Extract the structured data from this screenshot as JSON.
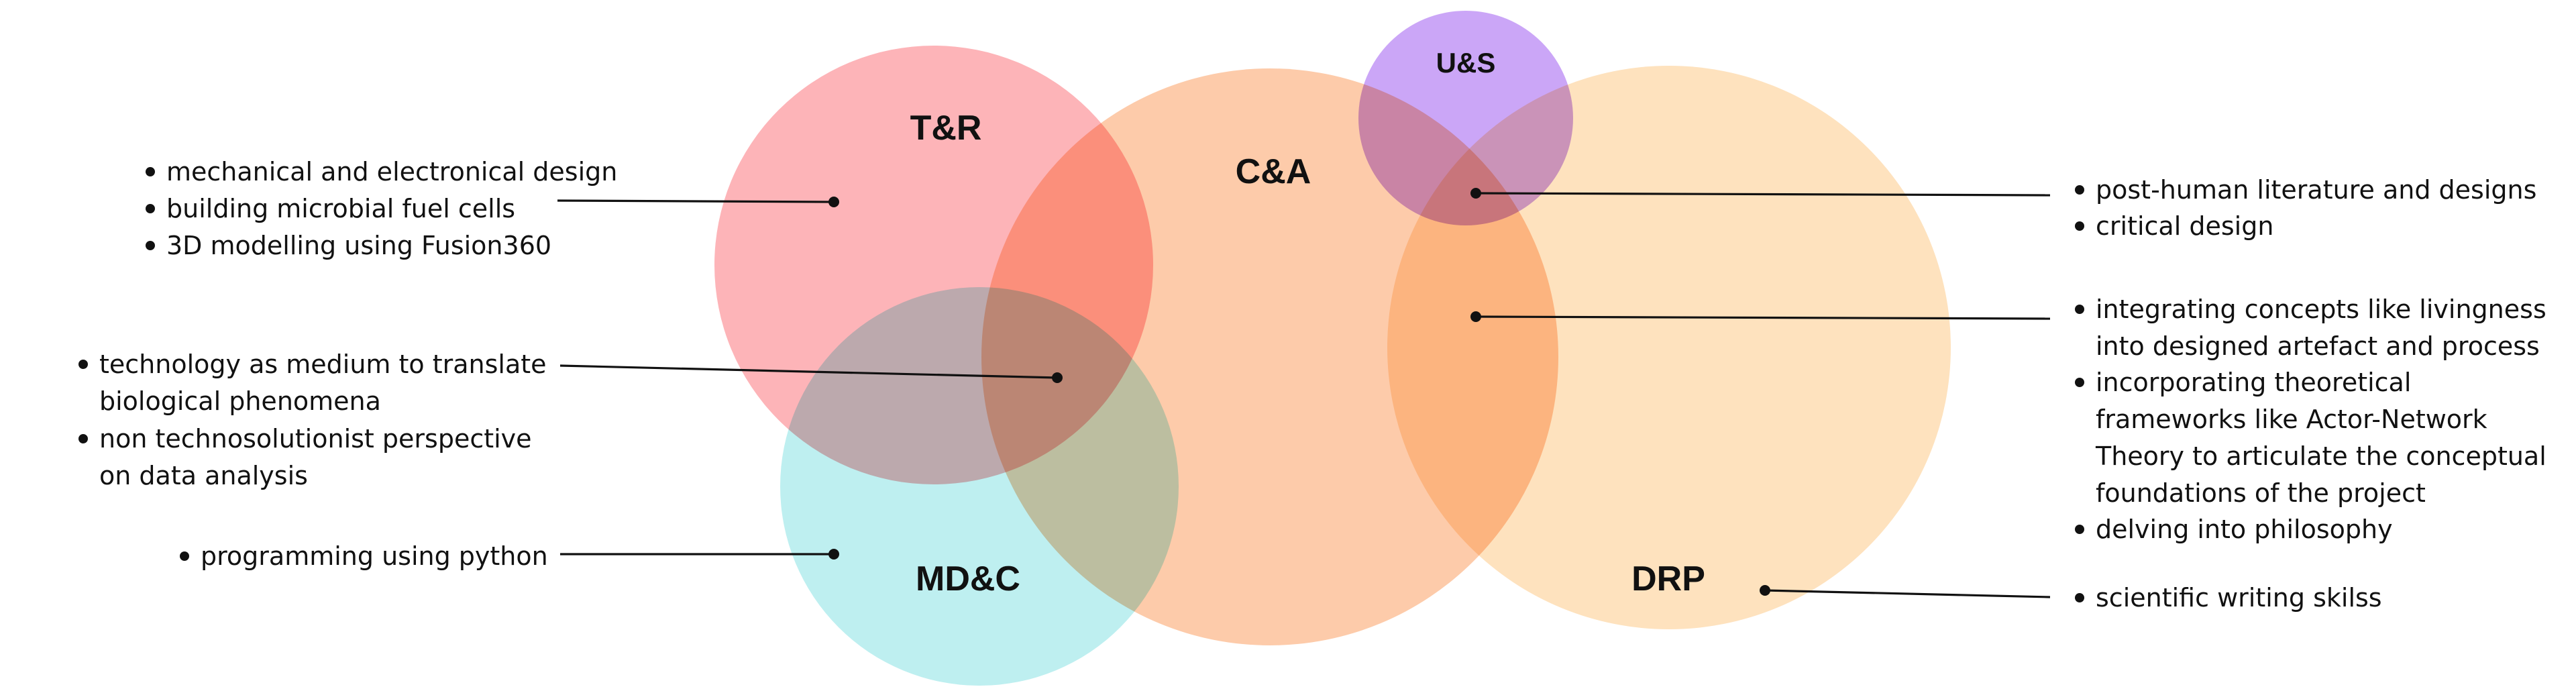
{
  "circles": {
    "tr": {
      "label": "T&R",
      "color": "#FDB4B8"
    },
    "ca": {
      "label": "C&A",
      "color": "#FDCBAA"
    },
    "us": {
      "label": "U&S",
      "color": "#CBA6F7"
    },
    "drp": {
      "label": "DRP",
      "color": "#FEE2BE"
    },
    "mdc": {
      "label": "MD&C",
      "color": "#BEEFF0"
    }
  },
  "left_groups": {
    "tr": [
      "mechanical and electronical design",
      "building microbial fuel cells",
      "3D modelling using Fusion360"
    ],
    "tech": [
      [
        "technology as medium to translate",
        "biological phenomena"
      ],
      [
        "non technosolutionist perspective",
        "on data analysis"
      ]
    ],
    "mdc": [
      "programming using python"
    ]
  },
  "right_groups": {
    "us": [
      "post-human literature and designs",
      "critical design"
    ],
    "drp": [
      [
        "integrating concepts like livingness",
        "into designed artefact and process"
      ],
      [
        "incorporating theoretical",
        "frameworks like Actor-Network",
        "Theory to articulate the conceptual",
        "foundations of the project"
      ],
      [
        "delving into philosophy"
      ]
    ],
    "drp_bottom": [
      "scientific writing skilss"
    ]
  }
}
